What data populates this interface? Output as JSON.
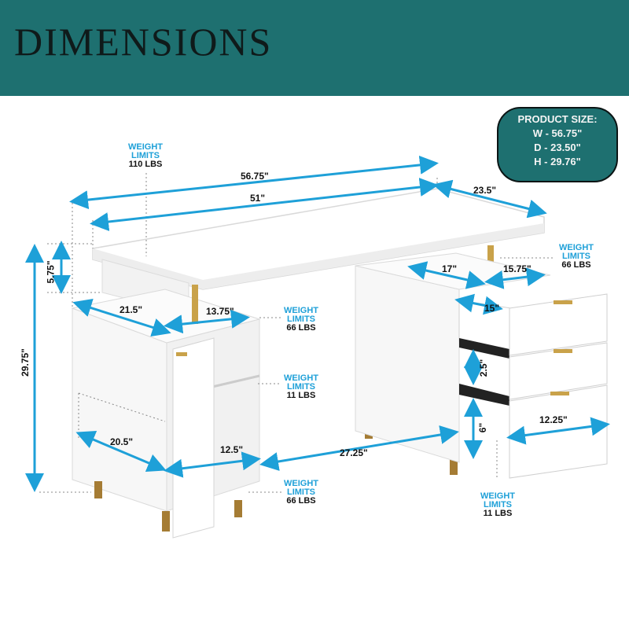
{
  "header": {
    "title": "DIMENSIONS"
  },
  "product_size": {
    "title": "PRODUCT SIZE:",
    "lines": [
      "W - 56.75\"",
      "D - 23.50\"",
      "H - 29.76\""
    ]
  },
  "dimensions": {
    "total_width": "56.75\"",
    "top_width": "51\"",
    "depth": "23.5\"",
    "height": "29.75\"",
    "riser_height": "5.75\"",
    "left_depth": "21.5\"",
    "shelf_width": "13.75\"",
    "drawer_depth": "17\"",
    "drawer_width": "15.75\"",
    "drawer_inner": "15\"",
    "drawer_small_height": "2.5\"",
    "drawer_large_height": "6\"",
    "drawer_front": "12.25\"",
    "cabinet_depth": "20.5\"",
    "cabinet_inner": "12.5\"",
    "leg_gap": "27.25\""
  },
  "weight_limits": [
    {
      "label_line1": "WEIGHT",
      "label_line2": "LIMITS",
      "value": "110 LBS"
    },
    {
      "label_line1": "WEIGHT",
      "label_line2": "LIMITS",
      "value": "66 LBS"
    },
    {
      "label_line1": "WEIGHT",
      "label_line2": "LIMITS",
      "value": "66 LBS"
    },
    {
      "label_line1": "WEIGHT",
      "label_line2": "LIMITS",
      "value": "11 LBS"
    },
    {
      "label_line1": "WEIGHT",
      "label_line2": "LIMITS",
      "value": "66 LBS"
    },
    {
      "label_line1": "WEIGHT",
      "label_line2": "LIMITS",
      "value": "11 LBS"
    }
  ],
  "colors": {
    "banner": "#1e7070",
    "accent": "#1ea0d8",
    "gold": "#c9a24a"
  }
}
